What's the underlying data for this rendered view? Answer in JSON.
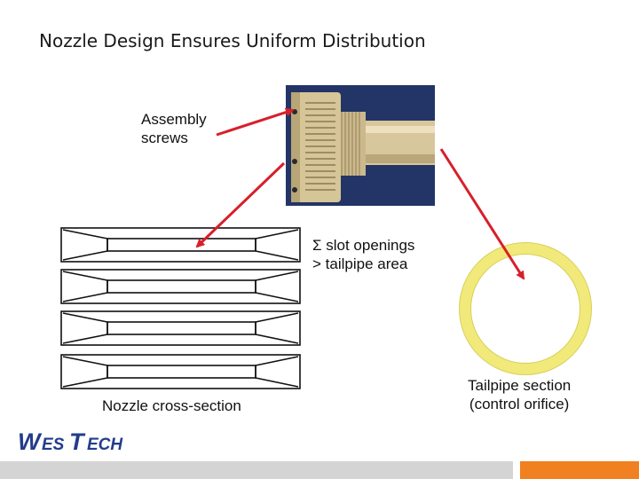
{
  "slide": {
    "title": "Nozzle Design Ensures Uniform Distribution"
  },
  "labels": {
    "assembly_line1": "Assembly",
    "assembly_line2": "screws",
    "slot_line1": "Σ slot openings",
    "slot_line2": "> tailpipe area",
    "nozzle": "Nozzle cross-section",
    "tailpipe_line1": "Tailpipe section",
    "tailpipe_line2": "(control orifice)"
  },
  "logo": {
    "text_big_w": "W",
    "text_es": "ES",
    "text_big_t": "T",
    "text_ech": "ECH"
  },
  "colors": {
    "arrow": "#d81f2a",
    "tailpipe_ring": "#f1ea7a",
    "nozzle_body": "#d8c79c",
    "logo": "#233c8c",
    "footer_gray": "#d4d4d4",
    "footer_orange": "#f08020"
  }
}
